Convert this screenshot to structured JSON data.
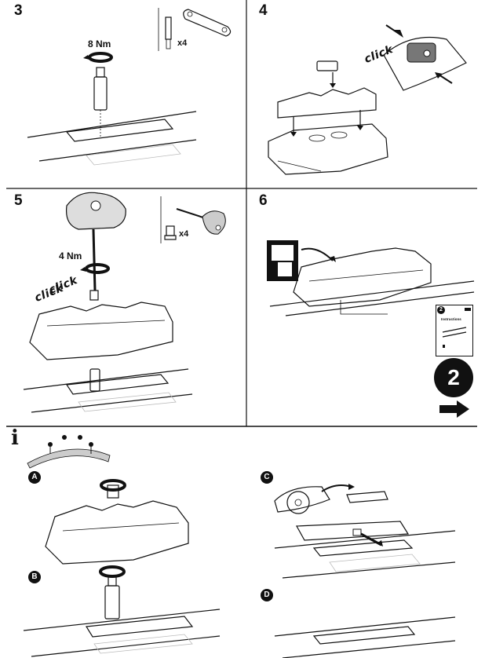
{
  "steps": [
    {
      "number": "3",
      "torque": "8 Nm",
      "quantity": "x4"
    },
    {
      "number": "4",
      "click": "click"
    },
    {
      "number": "5",
      "torque": "4 Nm",
      "quantity": "x4",
      "click_1": "click",
      "click_2": "click"
    },
    {
      "number": "6",
      "next_step": "2",
      "booklet_step": "2",
      "booklet_title": "Instructions"
    }
  ],
  "info": {
    "icon": "i",
    "labels": [
      "A",
      "B",
      "C",
      "D"
    ]
  },
  "icons": {
    "info": "info-icon",
    "arrow": "right-arrow-icon",
    "torque": "rotation-arrow-icon"
  },
  "colors": {
    "ink": "#111111",
    "shadow": "#bbbbbb"
  }
}
